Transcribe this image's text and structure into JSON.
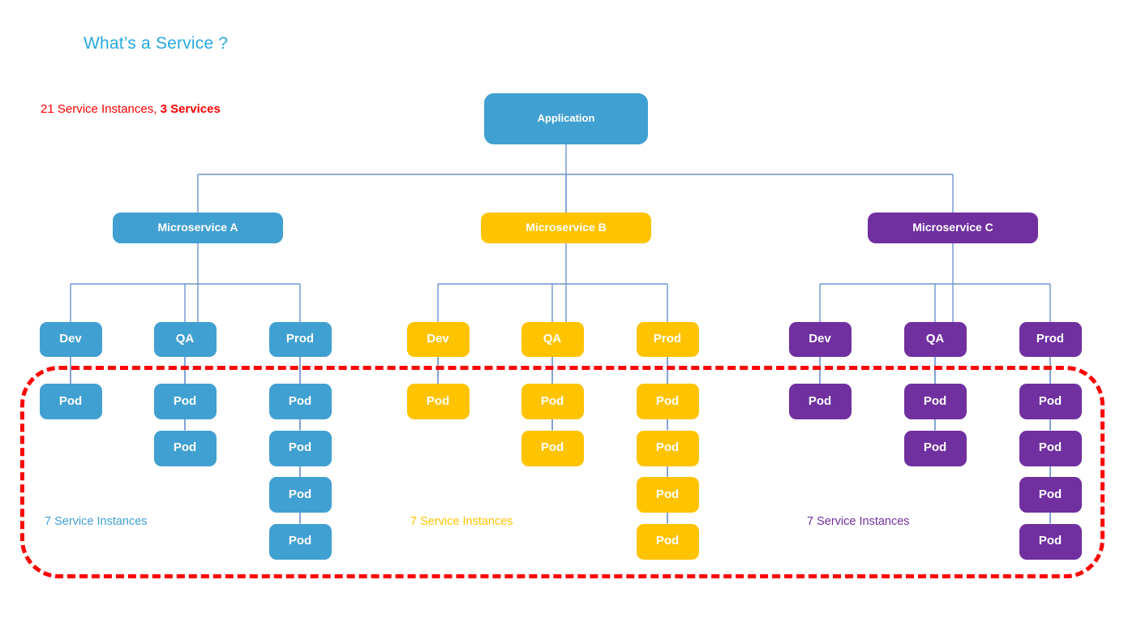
{
  "page": {
    "title": "What’s a Service ?",
    "summary_prefix": "21 Service Instances, ",
    "summary_strong": "3 Services",
    "title_color": "#27A8E0",
    "summary_color": "#FF0000",
    "highlight_color": "#FF0000",
    "connector_color": "#6E93CF"
  },
  "palette": {
    "blue": "#41A0D2",
    "yellow": "#FFC300",
    "purple": "#7030A0",
    "white": "#FFFFFF"
  },
  "root": {
    "label": "Application",
    "color": "#41A0D2"
  },
  "microservices": [
    {
      "label": "Microservice A",
      "color": "#41A0D2",
      "instances_note": "7 Service Instances",
      "environments": [
        {
          "label": "Dev",
          "pods": [
            "Pod"
          ]
        },
        {
          "label": "QA",
          "pods": [
            "Pod",
            "Pod"
          ]
        },
        {
          "label": "Prod",
          "pods": [
            "Pod",
            "Pod",
            "Pod",
            "Pod"
          ]
        }
      ]
    },
    {
      "label": "Microservice B",
      "color": "#FFC300",
      "instances_note": "7 Service Instances",
      "environments": [
        {
          "label": "Dev",
          "pods": [
            "Pod"
          ]
        },
        {
          "label": "QA",
          "pods": [
            "Pod",
            "Pod"
          ]
        },
        {
          "label": "Prod",
          "pods": [
            "Pod",
            "Pod",
            "Pod",
            "Pod"
          ]
        }
      ]
    },
    {
      "label": "Microservice C",
      "color": "#7030A0",
      "instances_note": "7 Service Instances",
      "environments": [
        {
          "label": "Dev",
          "pods": [
            "Pod"
          ]
        },
        {
          "label": "QA",
          "pods": [
            "Pod",
            "Pod"
          ]
        },
        {
          "label": "Prod",
          "pods": [
            "Pod",
            "Pod",
            "Pod",
            "Pod"
          ]
        }
      ]
    }
  ],
  "highlight_region": {
    "name": "pod-service-instance-boundary"
  }
}
